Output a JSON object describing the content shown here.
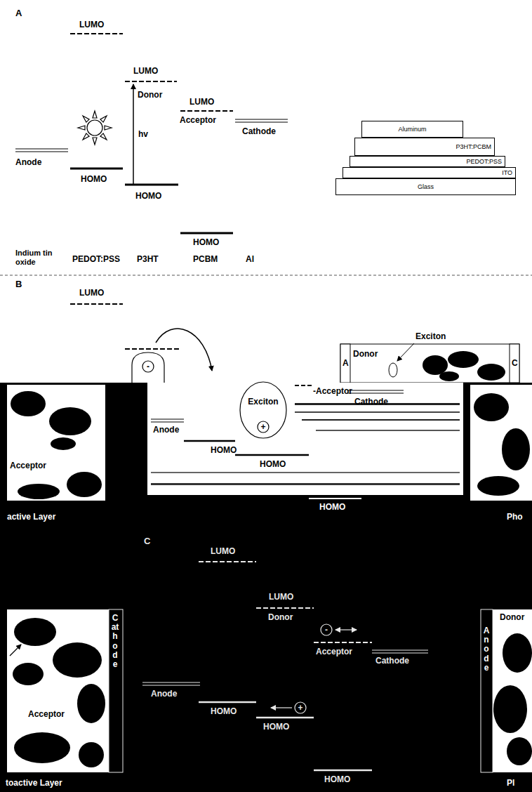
{
  "diagram": {
    "nodes": [
      {
        "text": [
          "Aluminum"
        ]
      },
      {
        "text": [
          "P3HT:PCBM"
        ]
      },
      {
        "text": [
          "PEDOT:PSS"
        ]
      },
      {
        "text": [
          "ITO"
        ]
      },
      {
        "text": [
          "Glass"
        ]
      }
    ],
    "labels": [
      "A",
      "LUMO",
      "LUMO",
      "Donor",
      "hv",
      "LUMO",
      "Acceptor",
      "Cathode",
      "Anode",
      "HOMO",
      "HOMO",
      "HOMO",
      "Indium tin oxide",
      "PEDOT:PSS",
      "P3HT",
      "PCBM",
      "Al",
      "B",
      "LUMO",
      "Exciton",
      "Donor",
      "A",
      "C",
      "Exciton",
      "-Acceptor",
      "Cathode",
      "Anode",
      "HOMO",
      "HOMO",
      "Acceptor",
      "HOMO",
      "active Layer",
      "Pho",
      "C",
      "LUMO",
      "LUMO",
      "Donor",
      "Acceptor",
      "Cathode",
      "Anode",
      "HOMO",
      "HOMO",
      "HOMO",
      "Acceptor",
      "Cathode",
      "toactive Layer",
      "Donor",
      "Anode",
      "Pl",
      "-",
      "+",
      "-",
      "+"
    ]
  }
}
